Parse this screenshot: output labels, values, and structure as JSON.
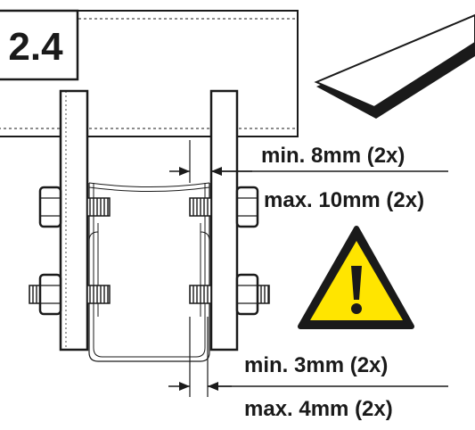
{
  "step": {
    "number": "2.4"
  },
  "dimensions": {
    "upper": {
      "min": "min. 8mm (2x)",
      "max": "max. 10mm (2x)"
    },
    "lower": {
      "min": "min. 3mm (2x)",
      "max": "max. 4mm (2x)"
    }
  },
  "icons": {
    "warning": "warning-exclamation-icon",
    "strip": "rubber-strip-icon"
  },
  "colors": {
    "warning_fill": "#FFE500",
    "line": "#1a1a1a",
    "background": "#ffffff"
  }
}
